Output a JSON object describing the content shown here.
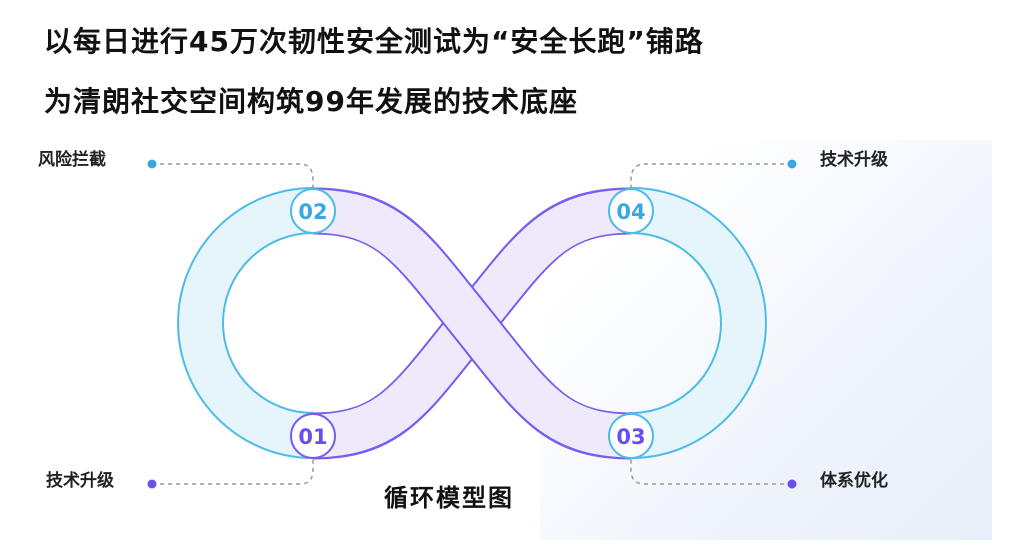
{
  "headline": {
    "line1": "以每日进行45万次韧性安全测试为“安全长跑”铺路",
    "line2": "为清朗社交空间构筑99年发展的技术底座"
  },
  "diagram": {
    "caption": "循环模型图",
    "steps": [
      {
        "number": "01",
        "label": "技术升级"
      },
      {
        "number": "02",
        "label": "风险拦截"
      },
      {
        "number": "03",
        "label": "体系优化"
      },
      {
        "number": "04",
        "label": "技术升级"
      }
    ],
    "colors": {
      "blue": "#4dbbe8",
      "purple": "#7a5cf0",
      "band_blue": "#e6f4fc",
      "band_purple": "#eeeafc"
    }
  }
}
